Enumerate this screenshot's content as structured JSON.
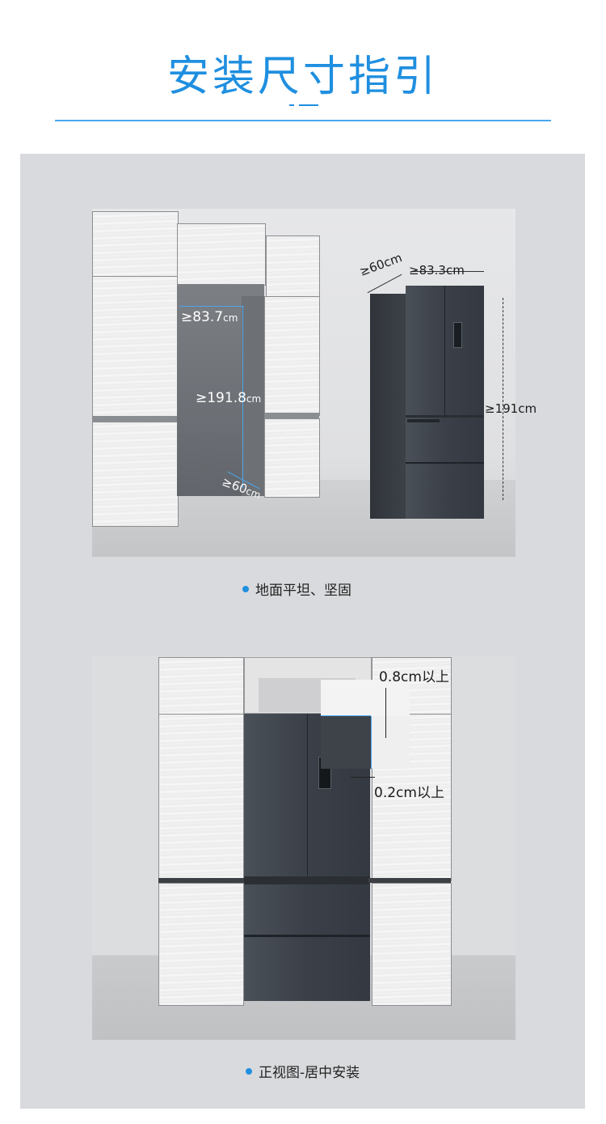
{
  "header": {
    "title": "安装尺寸指引"
  },
  "scene1": {
    "niche_width": "≥83.7",
    "niche_width_unit": "cm",
    "niche_height": "≥191.8",
    "niche_height_unit": "cm",
    "niche_depth": "≥60",
    "niche_depth_unit": "cm",
    "fridge_depth": "≥60cm",
    "fridge_width": "≥83.3cm",
    "fridge_height": "≥191cm",
    "caption": "地面平坦、坚固"
  },
  "scene2": {
    "top_gap": "0.8cm以上",
    "side_gap": "0.2cm以上",
    "caption": "正视图-居中安装"
  },
  "colors": {
    "accent": "#1f8fe0",
    "panel": "#d9dadd",
    "fridge": "#3b4048"
  }
}
